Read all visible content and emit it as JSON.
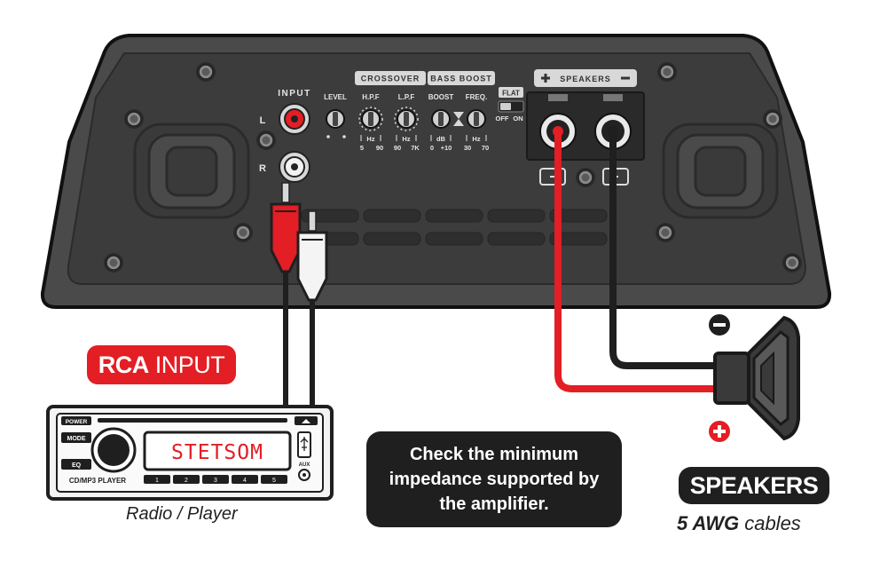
{
  "amplifier": {
    "input_label": "INPUT",
    "channel_left": "L",
    "channel_right": "R",
    "level_label": "LEVEL",
    "crossover_label": "CROSSOVER",
    "bass_boost_label": "BASS BOOST",
    "hpf_label": "H.P.F",
    "lpf_label": "L.P.F",
    "boost_label": "BOOST",
    "freq_label": "FREQ.",
    "flat_label": "FLAT",
    "flat_off": "OFF",
    "flat_on": "ON",
    "speakers_label": "SPEAKERS",
    "hpf_unit": "Hz",
    "hpf_min": "5",
    "hpf_max": "90",
    "lpf_unit": "Hz",
    "lpf_min": "90",
    "lpf_max": "7K",
    "boost_unit": "dB",
    "boost_min": "0",
    "boost_max": "+10",
    "freq_unit": "Hz",
    "freq_min": "30",
    "freq_max": "70"
  },
  "labels": {
    "rca_bold": "RCA",
    "rca_rest": " INPUT",
    "note": "Check the minimum impedance supported by the amplifier.",
    "speakers": "SPEAKERS",
    "cables_bold": "5 AWG",
    "cables_rest": " cables",
    "radio_caption": "Radio / Player"
  },
  "radio": {
    "power": "POWER",
    "mode": "MODE",
    "eq": "EQ",
    "model": "CD/MP3 PLAYER",
    "display": "STETSOM",
    "aux": "AUX",
    "presets": [
      "1",
      "2",
      "3",
      "4",
      "5"
    ]
  },
  "colors": {
    "red": "#e31e24",
    "black": "#1f1f1f",
    "amp_body": "#4a4a4a",
    "amp_panel": "#3a3a3a"
  },
  "icons": [
    "minus-icon",
    "plus-icon",
    "usb-icon",
    "speaker-icon"
  ]
}
